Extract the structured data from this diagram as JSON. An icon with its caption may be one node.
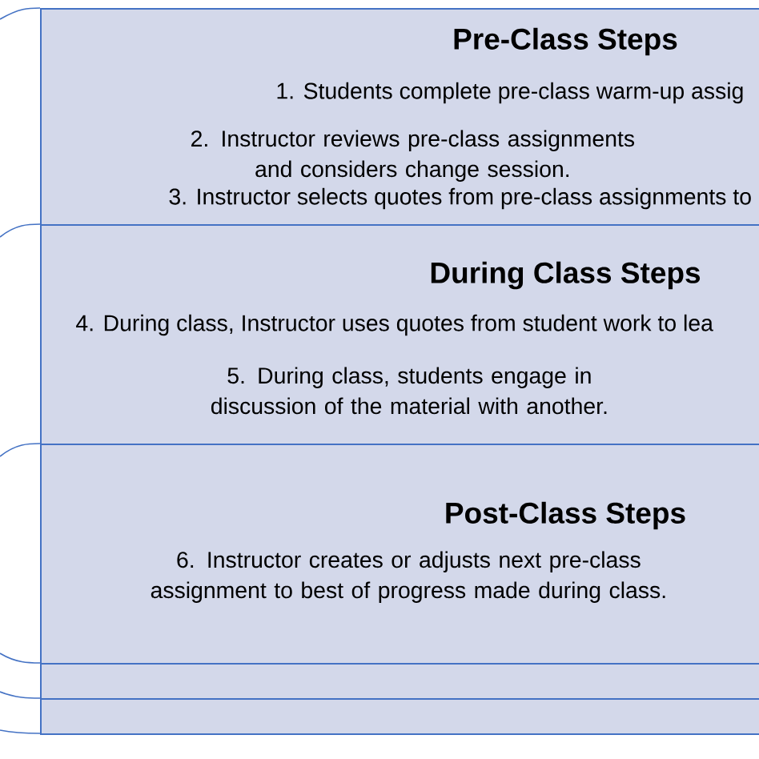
{
  "diagram": {
    "nodes": [
      {
        "text": [
          "Pre-Class Steps",
          "1. Students complete pre-class warm-up assig",
          "2. Instructor reviews pre-class assignments and considers change session.",
          "3. Instructor selects quotes from pre-class assignments to"
        ]
      },
      {
        "text": [
          "During Class Steps",
          "4. During class, Instructor uses quotes from student work to lea",
          "5. During class, students engage in discussion of the material with another."
        ]
      },
      {
        "text": [
          "Post-Class Steps",
          "6. Instructor creates or adjusts next pre-class assignment to best of progress made during class."
        ]
      },
      {
        "text": [],
        "shape": "box"
      },
      {
        "text": [],
        "shape": "box"
      }
    ]
  }
}
